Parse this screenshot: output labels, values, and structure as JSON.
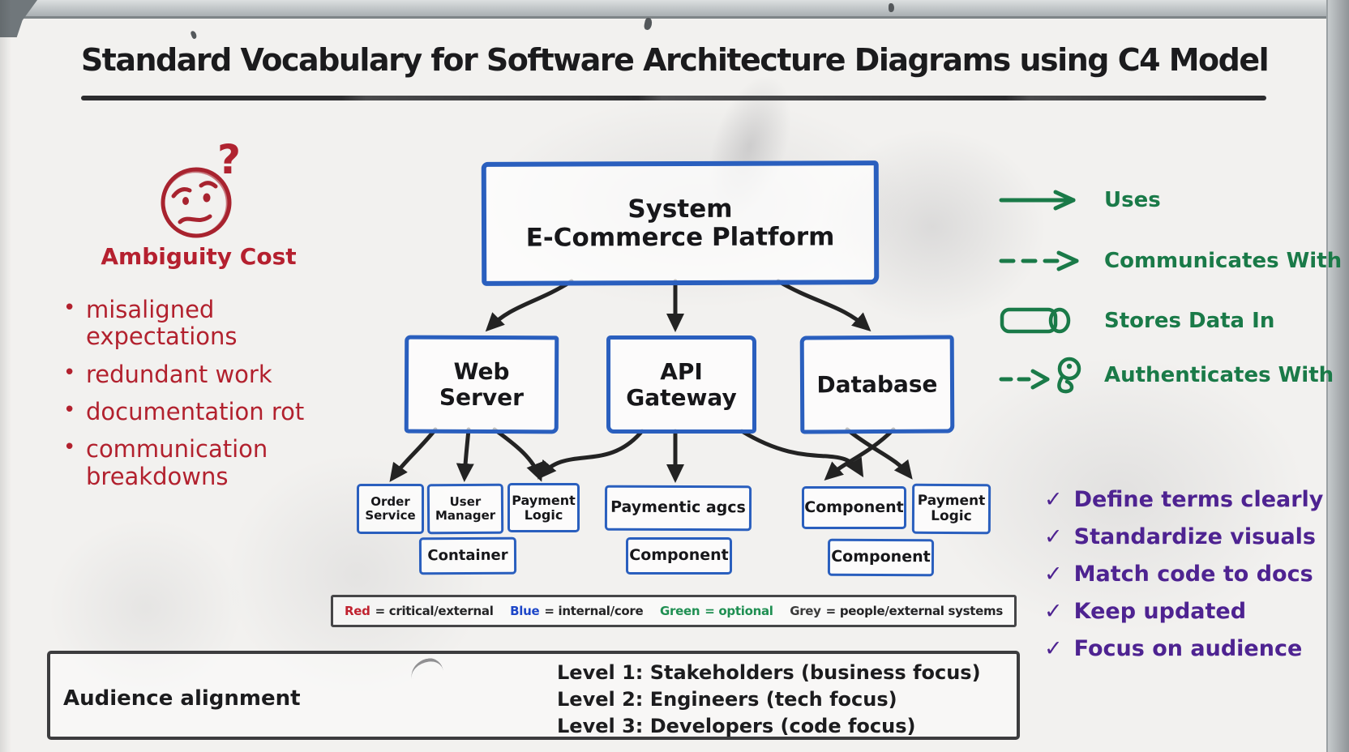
{
  "title": "Standard Vocabulary for Software Architecture Diagrams using C4 Model",
  "ambiguity": {
    "question_mark": "?",
    "heading": "Ambiguity Cost",
    "bullet": "•",
    "items": [
      "misaligned expectations",
      "redundant work",
      "documentation rot",
      "communication breakdowns"
    ]
  },
  "diagram": {
    "system": {
      "line1": "System",
      "line2": "E-Commerce Platform"
    },
    "containers": [
      "Web Server",
      "API Gateway",
      "Database"
    ],
    "components": [
      "Order Service",
      "User Manager",
      "Payment Logic",
      "Paymentic agcs",
      "Component",
      "Payment Logic"
    ],
    "row2": [
      "Container",
      "Component",
      "Component"
    ]
  },
  "relationships": {
    "items": [
      {
        "icon": "solid-arrow-icon",
        "label": "Uses"
      },
      {
        "icon": "dashed-arrow-icon",
        "label": "Communicates With"
      },
      {
        "icon": "cylinder-icon",
        "label": "Stores Data In"
      },
      {
        "icon": "key-arrow-icon",
        "label": "Authenticates With"
      }
    ]
  },
  "color_key": {
    "entries": [
      {
        "term": "Red",
        "definition": "= critical/external"
      },
      {
        "term": "Blue",
        "definition": "= internal/core"
      },
      {
        "term": "Green",
        "definition": "= optional"
      },
      {
        "term": "Grey",
        "definition": "= people/external systems"
      }
    ]
  },
  "checklist": {
    "check": "✓",
    "items": [
      "Define terms clearly",
      "Standardize visuals",
      "Match code to docs",
      "Keep updated",
      "Focus on audience"
    ]
  },
  "audience": {
    "label": "Audience alignment",
    "levels": [
      "Level 1: Stakeholders (business focus)",
      "Level 2: Engineers (tech focus)",
      "Level 3: Developers (code focus)"
    ]
  },
  "colors": {
    "marker_black": "#232323",
    "marker_red": "#b02330",
    "marker_blue": "#2a5fbe",
    "marker_green": "#1a7a48",
    "marker_purple": "#4e2391",
    "key_term_red": "#c0222f",
    "key_term_blue": "#1d46c8",
    "key_term_green": "#1f8f52",
    "key_term_grey": "#3b3b3b",
    "board_surface": "#f2f1ef",
    "frame_gray": "#a9afb2"
  }
}
